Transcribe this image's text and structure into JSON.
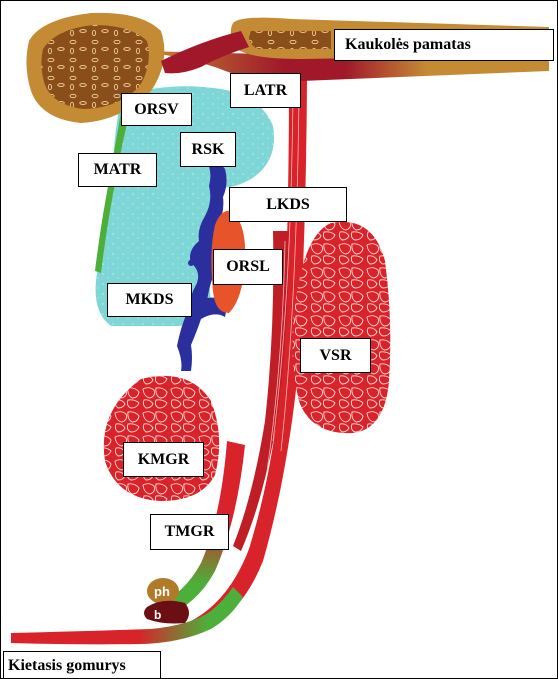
{
  "labels": {
    "skull_base": "Kaukolės pamatas",
    "hard_palate": "Kietasis gomurys",
    "latr": "LATR",
    "orsv": "ORSV",
    "rsk": "RSK",
    "matr": "MATR",
    "lkds": "LKDS",
    "orsl": "ORSL",
    "mkds": "MKDS",
    "vsr": "VSR",
    "kmgr": "KMGR",
    "tmgr": "TMGR",
    "ph": "ph",
    "b": "b"
  },
  "colors": {
    "bone": "#b07a2a",
    "bone_dark": "#6b3f14",
    "muscle_red": "#d8232a",
    "muscle_dark": "#9e1a1f",
    "cyan_region": "#7fd6d6",
    "green": "#4caf3a",
    "blue_vessel": "#2b2f9e",
    "orange": "#e8542a"
  }
}
